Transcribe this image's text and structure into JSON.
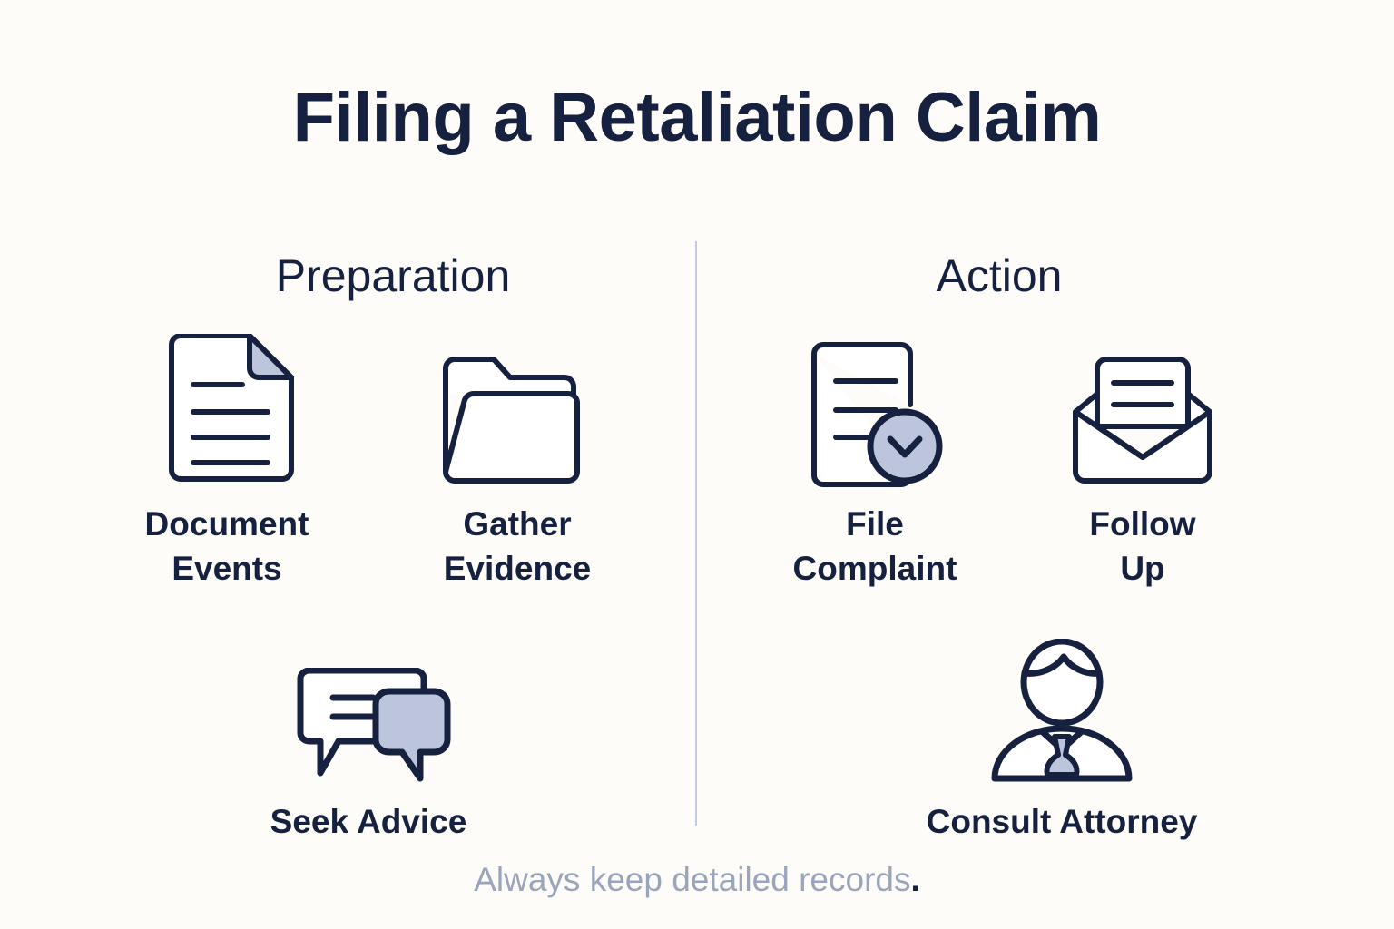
{
  "header": {
    "title": "Filing a Retaliation Claim"
  },
  "columns": [
    {
      "id": "preparation",
      "header": "Preparation",
      "items": [
        {
          "id": "document-events",
          "label": "Document\nEvents",
          "icon": "document-page-icon"
        },
        {
          "id": "gather-evidence",
          "label": "Gather\nEvidence",
          "icon": "open-folder-icon"
        },
        {
          "id": "seek-advice",
          "label": "Seek Advice",
          "icon": "chat-bubbles-icon"
        }
      ]
    },
    {
      "id": "action",
      "header": "Action",
      "items": [
        {
          "id": "file-complaint",
          "label": "File\nComplaint",
          "icon": "document-submit-icon"
        },
        {
          "id": "follow-up",
          "label": "Follow\nUp",
          "icon": "open-envelope-icon"
        },
        {
          "id": "consult-attorney",
          "label": "Consult Attorney",
          "icon": "person-tie-icon"
        }
      ]
    }
  ],
  "footer": {
    "note": "Always keep detailed records",
    "period": "."
  },
  "colors": {
    "background": "#fdfcf8",
    "ink": "#16213f",
    "accent": "#bcc5dc",
    "divider": "#c3cbe0",
    "muted_text": "#9aa5bd"
  }
}
